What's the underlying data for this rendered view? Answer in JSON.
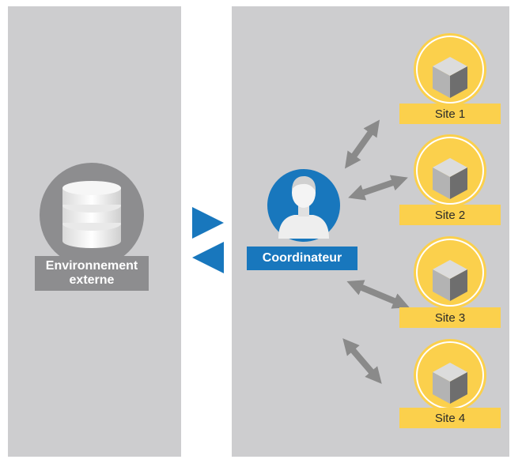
{
  "left": {
    "database_label_line1": "Environnement",
    "database_label_line2": "externe"
  },
  "coordinator": {
    "label": "Coordinateur"
  },
  "sites": [
    {
      "label": "Site 1"
    },
    {
      "label": "Site 2"
    },
    {
      "label": "Site 3"
    },
    {
      "label": "Site 4"
    }
  ],
  "colors": {
    "panel": "#cdcdcf",
    "database_circle": "#8d8d8f",
    "coordinator": "#1877bd",
    "site": "#fbd04c",
    "arrow": "#8a8a8a"
  },
  "icons": {
    "database": "database-icon",
    "user": "user-icon",
    "site": "cube-icon",
    "exchange": "double-arrow-icon",
    "transfer": "triangle-arrow-icon"
  }
}
